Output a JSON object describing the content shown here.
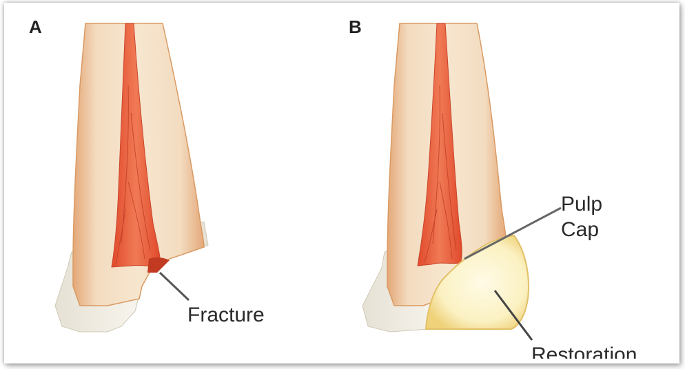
{
  "panels": [
    {
      "letter": "A"
    },
    {
      "letter": "B"
    }
  ],
  "labels": {
    "fracture": "Fracture",
    "pulp_cap_line1": "Pulp",
    "pulp_cap_line2": "Cap",
    "restoration": "Restoration"
  },
  "colors": {
    "enamel": "#f1ede3",
    "dentin": "#efd6b4",
    "dentin_edge": "#dea56e",
    "pulp": "#e8643c",
    "pulp_dark": "#c9452a",
    "restoration": "#fbf3c6",
    "restoration_edge": "#e8c86a",
    "leader_line": "#555555"
  }
}
